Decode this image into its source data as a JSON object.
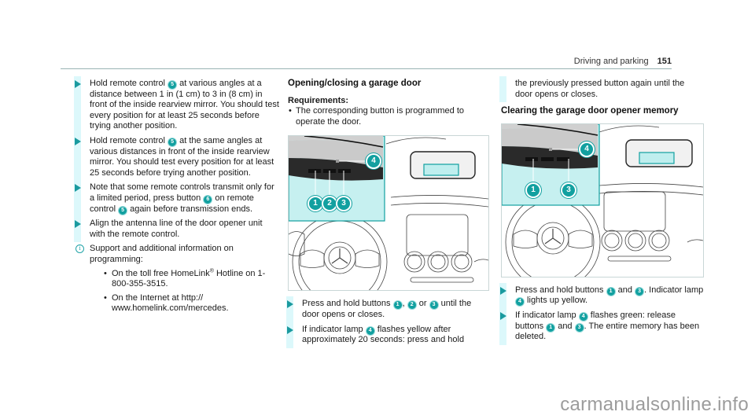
{
  "header": {
    "section": "Driving and parking",
    "page_number": "151"
  },
  "left_column": {
    "steps": [
      {
        "parts": [
          "Hold remote control ",
          {
            "num": "5"
          },
          " at various angles at a distance between 1 in (1 cm) to 3 in (8 cm) in front of the inside rearview mirror. You should test every position for at least 25 seconds before trying another position."
        ]
      },
      {
        "parts": [
          "Hold remote control ",
          {
            "num": "5"
          },
          " at the same angles at various distances in front of the inside rearview mirror. You should test every position for at least 25 seconds before trying another position."
        ]
      },
      {
        "parts": [
          "Note that some remote controls transmit only for a limited period, press button ",
          {
            "num": "6"
          },
          " on remote control ",
          {
            "num": "5"
          },
          " again before transmission ends."
        ]
      },
      {
        "parts": [
          "Align the antenna line of the door opener unit with the remote control."
        ]
      }
    ],
    "info": {
      "icon": "info-icon",
      "text": "Support and additional information on programming:",
      "bullets": [
        {
          "pre": "On the toll free HomeLink",
          "sup": "®",
          "post": " Hotline on 1-800-355-3515."
        },
        {
          "pre": "On the Internet at http:// www.homelink.com/mercedes.",
          "sup": "",
          "post": ""
        }
      ]
    }
  },
  "middle_column": {
    "title": "Opening/closing a garage door",
    "requirements_label": "Requirements:",
    "requirements": [
      "The corresponding button is programmed to operate the door."
    ],
    "figure": {
      "labels": [
        "1",
        "2",
        "3",
        "4"
      ],
      "description": "Inside rearview mirror buttons 1, 2, 3 and indicator lamp 4"
    },
    "steps": [
      {
        "parts": [
          "Press and hold buttons ",
          {
            "num": "1"
          },
          ", ",
          {
            "num": "2"
          },
          " or ",
          {
            "num": "3"
          },
          " until the door opens or closes."
        ]
      },
      {
        "parts": [
          "If indicator lamp ",
          {
            "num": "4"
          },
          " flashes yellow after approximately 20 seconds: press and hold"
        ]
      }
    ]
  },
  "right_column": {
    "continuation": "the previously pressed button again until the door opens or closes.",
    "title": "Clearing the garage door opener memory",
    "figure": {
      "labels": [
        "1",
        "3",
        "4"
      ],
      "description": "Inside rearview mirror buttons 1, 3 and indicator lamp 4"
    },
    "steps": [
      {
        "parts": [
          "Press and hold buttons ",
          {
            "num": "1"
          },
          " and ",
          {
            "num": "3"
          },
          ". Indicator lamp ",
          {
            "num": "4"
          },
          " lights up yellow."
        ]
      },
      {
        "parts": [
          "If indicator lamp ",
          {
            "num": "4"
          },
          " flashes green: release buttons ",
          {
            "num": "1"
          },
          " and ",
          {
            "num": "3"
          },
          ". The entire memory has been deleted."
        ]
      }
    ]
  },
  "colors": {
    "accent_teal": "#12a0a0",
    "step_bar": "#dcf8fb",
    "inset_bg": "#bfeeee"
  },
  "watermark": "carmanualsonline.info"
}
